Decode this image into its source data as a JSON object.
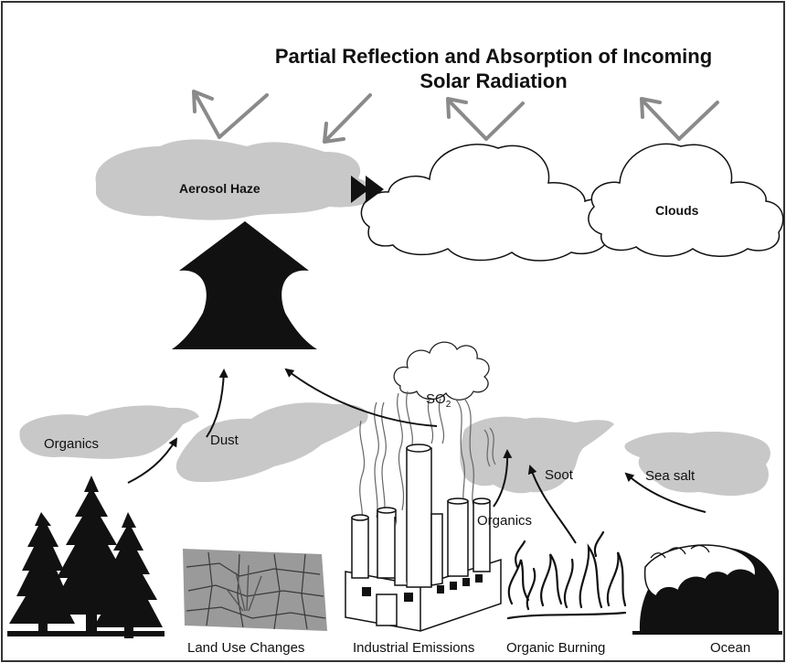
{
  "title": {
    "line1": "Partial Reflection and Absorption of Incoming",
    "line2": "Solar Radiation"
  },
  "labels": {
    "aerosol_haze": "Aerosol Haze",
    "clouds": "Clouds",
    "organics_left": "Organics",
    "dust": "Dust",
    "so2_main": "SO",
    "so2_sub": "2",
    "soot": "Soot",
    "sea_salt": "Sea salt",
    "organics_right": "Organics"
  },
  "sources": {
    "land_use": "Land Use Changes",
    "industrial": "Industrial Emissions",
    "organic_burning": "Organic Burning",
    "ocean": "Ocean"
  },
  "colors": {
    "haze": "#c8c8c8",
    "arrow_gray": "#8a8a8a",
    "ink": "#111111",
    "border": "#333333"
  }
}
